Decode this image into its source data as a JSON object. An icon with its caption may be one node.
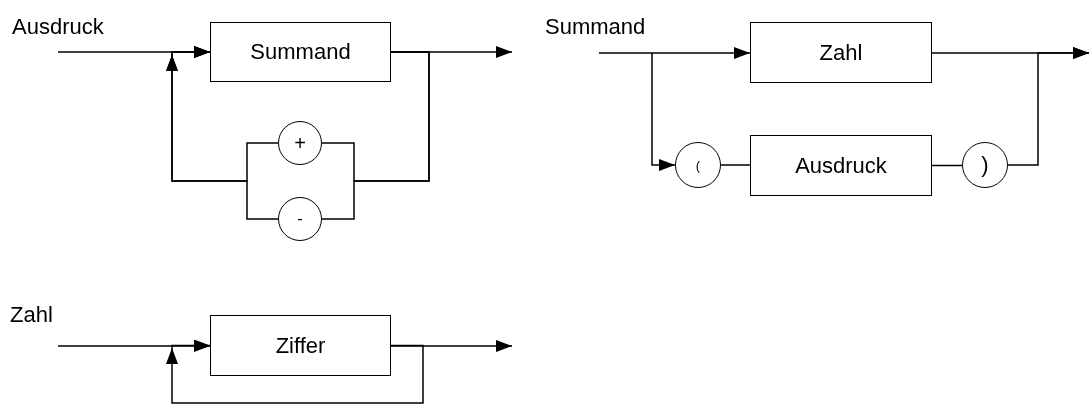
{
  "diagram": {
    "nodes": [
      {
        "text": [
          "Summand"
        ]
      },
      {
        "text": [
          "+"
        ]
      },
      {
        "text": [
          "-"
        ]
      },
      {
        "text": [
          "Zahl"
        ]
      },
      {
        "text": [
          "("
        ]
      },
      {
        "text": [
          "Ausdruck"
        ]
      },
      {
        "text": [
          ")"
        ]
      },
      {
        "text": [
          "Ziffer"
        ]
      }
    ],
    "edges": [
      {
        "from": null,
        "to": 0,
        "arrow": "to"
      },
      {
        "from": 0,
        "to": null,
        "arrow": "to"
      },
      {
        "from": 0,
        "to": 1,
        "arrow": "none"
      },
      {
        "from": 0,
        "to": 2,
        "arrow": "none"
      },
      {
        "from": 1,
        "to": 0,
        "arrow": "to"
      },
      {
        "from": 2,
        "to": 0,
        "arrow": "to"
      },
      {
        "from": null,
        "to": 3,
        "arrow": "to"
      },
      {
        "from": 3,
        "to": null,
        "arrow": "to"
      },
      {
        "from": null,
        "to": 4,
        "arrow": "to"
      },
      {
        "from": 4,
        "to": 5,
        "arrow": "none"
      },
      {
        "from": 5,
        "to": 6,
        "arrow": "none"
      },
      {
        "from": 6,
        "to": null,
        "arrow": "to"
      },
      {
        "from": null,
        "to": 7,
        "arrow": "to"
      },
      {
        "from": 7,
        "to": null,
        "arrow": "to"
      },
      {
        "from": 7,
        "to": 7,
        "arrow": "to"
      }
    ],
    "labels": [
      "Ausdruck",
      "Summand",
      "Zahl"
    ]
  }
}
